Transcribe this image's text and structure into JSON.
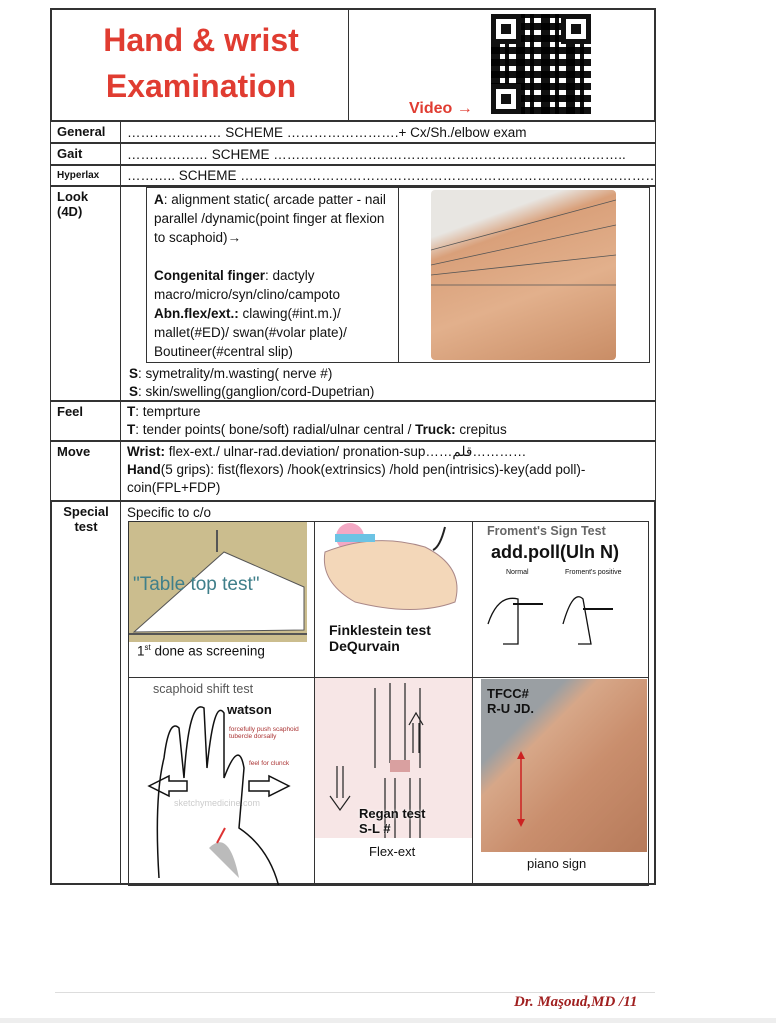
{
  "header": {
    "title_line1": "Hand & wrist",
    "title_line2": "Examination",
    "video_label": "Video →"
  },
  "rows": {
    "general": {
      "label": "General",
      "text": "………………… SCHEME …………………….+ Cx/Sh./elbow exam"
    },
    "gait": {
      "label": "Gait",
      "text": "……………… SCHEME ……………………..…………………………………………….."
    },
    "hyperlax": {
      "label": "Hyperlax",
      "text": "……….. SCHEME ………………………………………………………………………………………"
    },
    "look": {
      "label": "Look",
      "label2": "(4D)",
      "a_key": "A",
      "a_text": ": alignment static( arcade patter - nail parallel /dynamic(point finger at flexion to scaphoid)→",
      "cong_key": "Congenital finger",
      "cong_text": ": dactyly macro/micro/syn/clino/campoto",
      "abn_key": "Abn.flex/ext.:",
      "abn_text": " clawing(#int.m.)/ mallet(#ED)/ swan(#volar plate)/ Boutineer(#central slip)",
      "s1_key": "S",
      "s1_text": ": symetrality/m.wasting( nerve #)",
      "s2_key": "S",
      "s2_text": ": skin/swelling(ganglion/cord-Dupetrian)"
    },
    "feel": {
      "label": "Feel",
      "t1_key": "T",
      "t1_text": ": temprture",
      "t2_key": "T",
      "t2_text": ": tender points( bone/soft) radial/ulnar central  / ",
      "truck_key": "Truck:",
      "truck_text": " crepitus"
    },
    "move": {
      "label": "Move",
      "wrist_key": "Wrist:",
      "wrist_text": " flex-ext./ ulnar-rad.deviation/ pronation-sup……قلم…………",
      "hand_key": "Hand",
      "hand_text": "(5 grips): fist(flexors) /hook(extrinsics) /hold pen(intrisics)-key(add poll)-coin(FPL+FDP)"
    },
    "special": {
      "label": "Special",
      "label2": "test",
      "intro": "Specific to c/o",
      "tests": [
        {
          "img_label": "\"Table top test\"",
          "caption": "done as screening",
          "caption_num": "1",
          "caption_sup": "st"
        },
        {
          "caption": "Finklestein test",
          "caption2": "DeQurvain"
        },
        {
          "img_title": "Froment's Sign Test",
          "caption": "add.poll(Uln N)",
          "sub1": "Normal",
          "sub2": "Froment's positive"
        },
        {
          "img_title": "scaphoid shift test",
          "caption": "watson",
          "note1": "forcefully push scaphoid tubercle dorsally",
          "note2": "feel for clunck",
          "watermark": "sketchymedicine.com"
        },
        {
          "caption": "Regan test",
          "caption2": "S-L #",
          "caption3": "Flex-ext"
        },
        {
          "caption": "TFCC#",
          "caption2": "R-U JD.",
          "caption3": "piano sign"
        }
      ]
    }
  },
  "footer": {
    "author": "Dr. Maşoud,MD /11"
  }
}
